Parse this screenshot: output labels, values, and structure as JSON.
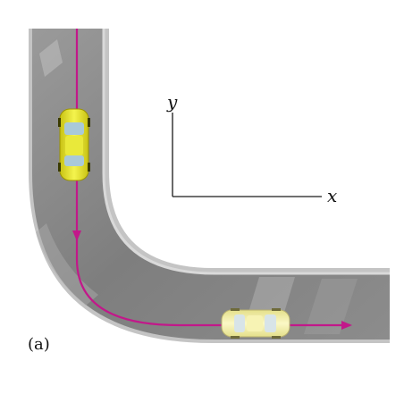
{
  "figure": {
    "panel_label": "(a)",
    "axis_x_label": "x",
    "axis_y_label": "y"
  },
  "colors": {
    "road": "#8b8b8b",
    "road_edge": "#b9b9b9",
    "path": "#c2188a",
    "car_start": "#eef04a",
    "car_end": "#f6f2a6",
    "axis": "#1a1a1a"
  },
  "icons": {
    "car_start": "car-icon",
    "car_end": "car-icon"
  }
}
